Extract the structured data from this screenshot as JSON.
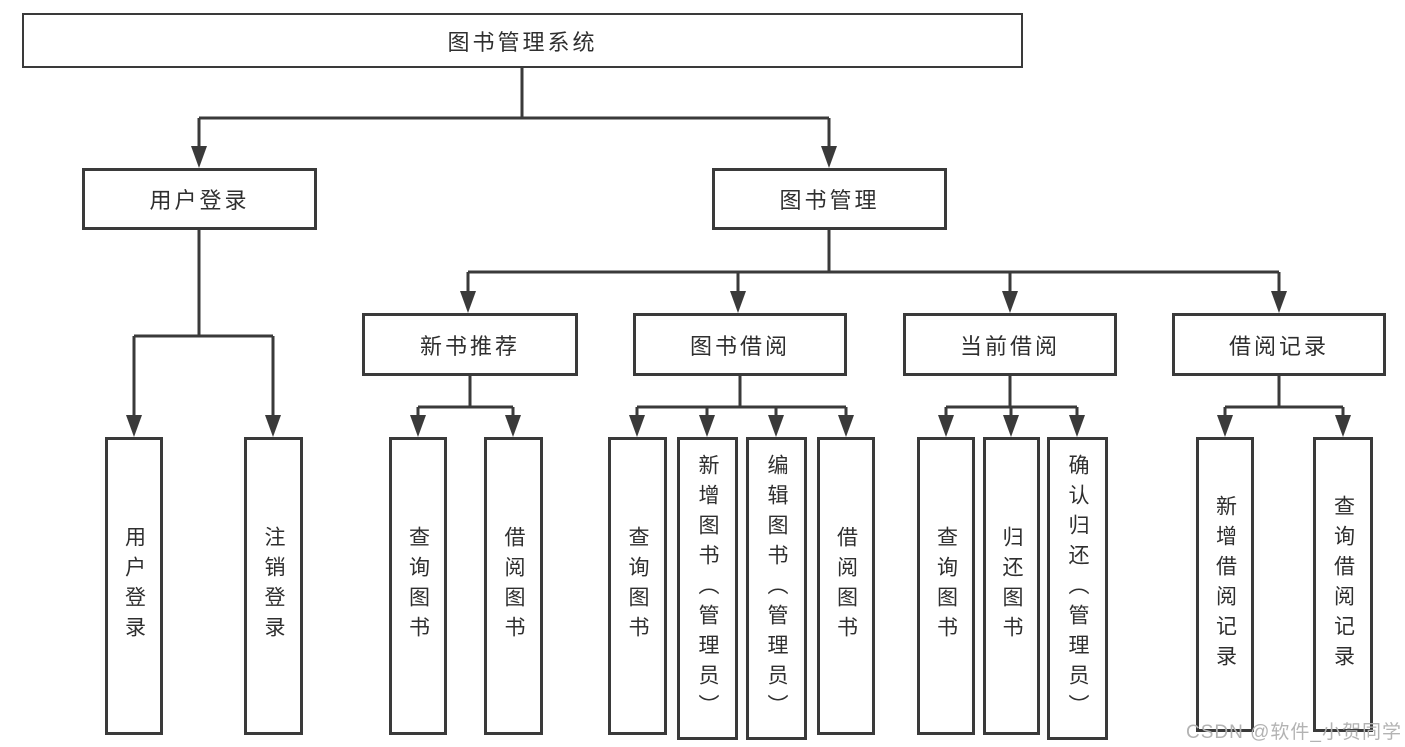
{
  "diagram": {
    "title": "图书管理系统",
    "watermark": "CSDN @软件_小贺同学",
    "colors": {
      "line": "#3a3a3a",
      "text": "#2f2f2f",
      "box_background": "#ffffff",
      "watermark": "#b3b3b3"
    },
    "nodes": {
      "root": "图书管理系统",
      "user_login": "用户登录",
      "book_mgmt": "图书管理",
      "leaf_user_login": "用户登录",
      "leaf_logout": "注销登录",
      "new_book_rec": "新书推荐",
      "book_borrow": "图书借阅",
      "current_borrow": "当前借阅",
      "borrow_records": "借阅记录",
      "nb_query_books": "查询图书",
      "nb_borrow_books": "借阅图书",
      "bb_query_books": "查询图书",
      "bb_add_books": "新增图书（管理员）",
      "bb_edit_books": "编辑图书（管理员）",
      "bb_borrow_books": "借阅图书",
      "cb_query_books": "查询图书",
      "cb_return_books": "归还图书",
      "cb_confirm_return": "确认归还（管理员）",
      "br_add_record": "新增借阅记录",
      "br_query_record": "查询借阅记录"
    },
    "structure": {
      "图书管理系统": {
        "用户登录": [
          "用户登录",
          "注销登录"
        ],
        "图书管理": {
          "新书推荐": [
            "查询图书",
            "借阅图书"
          ],
          "图书借阅": [
            "查询图书",
            "新增图书（管理员）",
            "编辑图书（管理员）",
            "借阅图书"
          ],
          "当前借阅": [
            "查询图书",
            "归还图书",
            "确认归还（管理员）"
          ],
          "借阅记录": [
            "新增借阅记录",
            "查询借阅记录"
          ]
        }
      }
    }
  }
}
